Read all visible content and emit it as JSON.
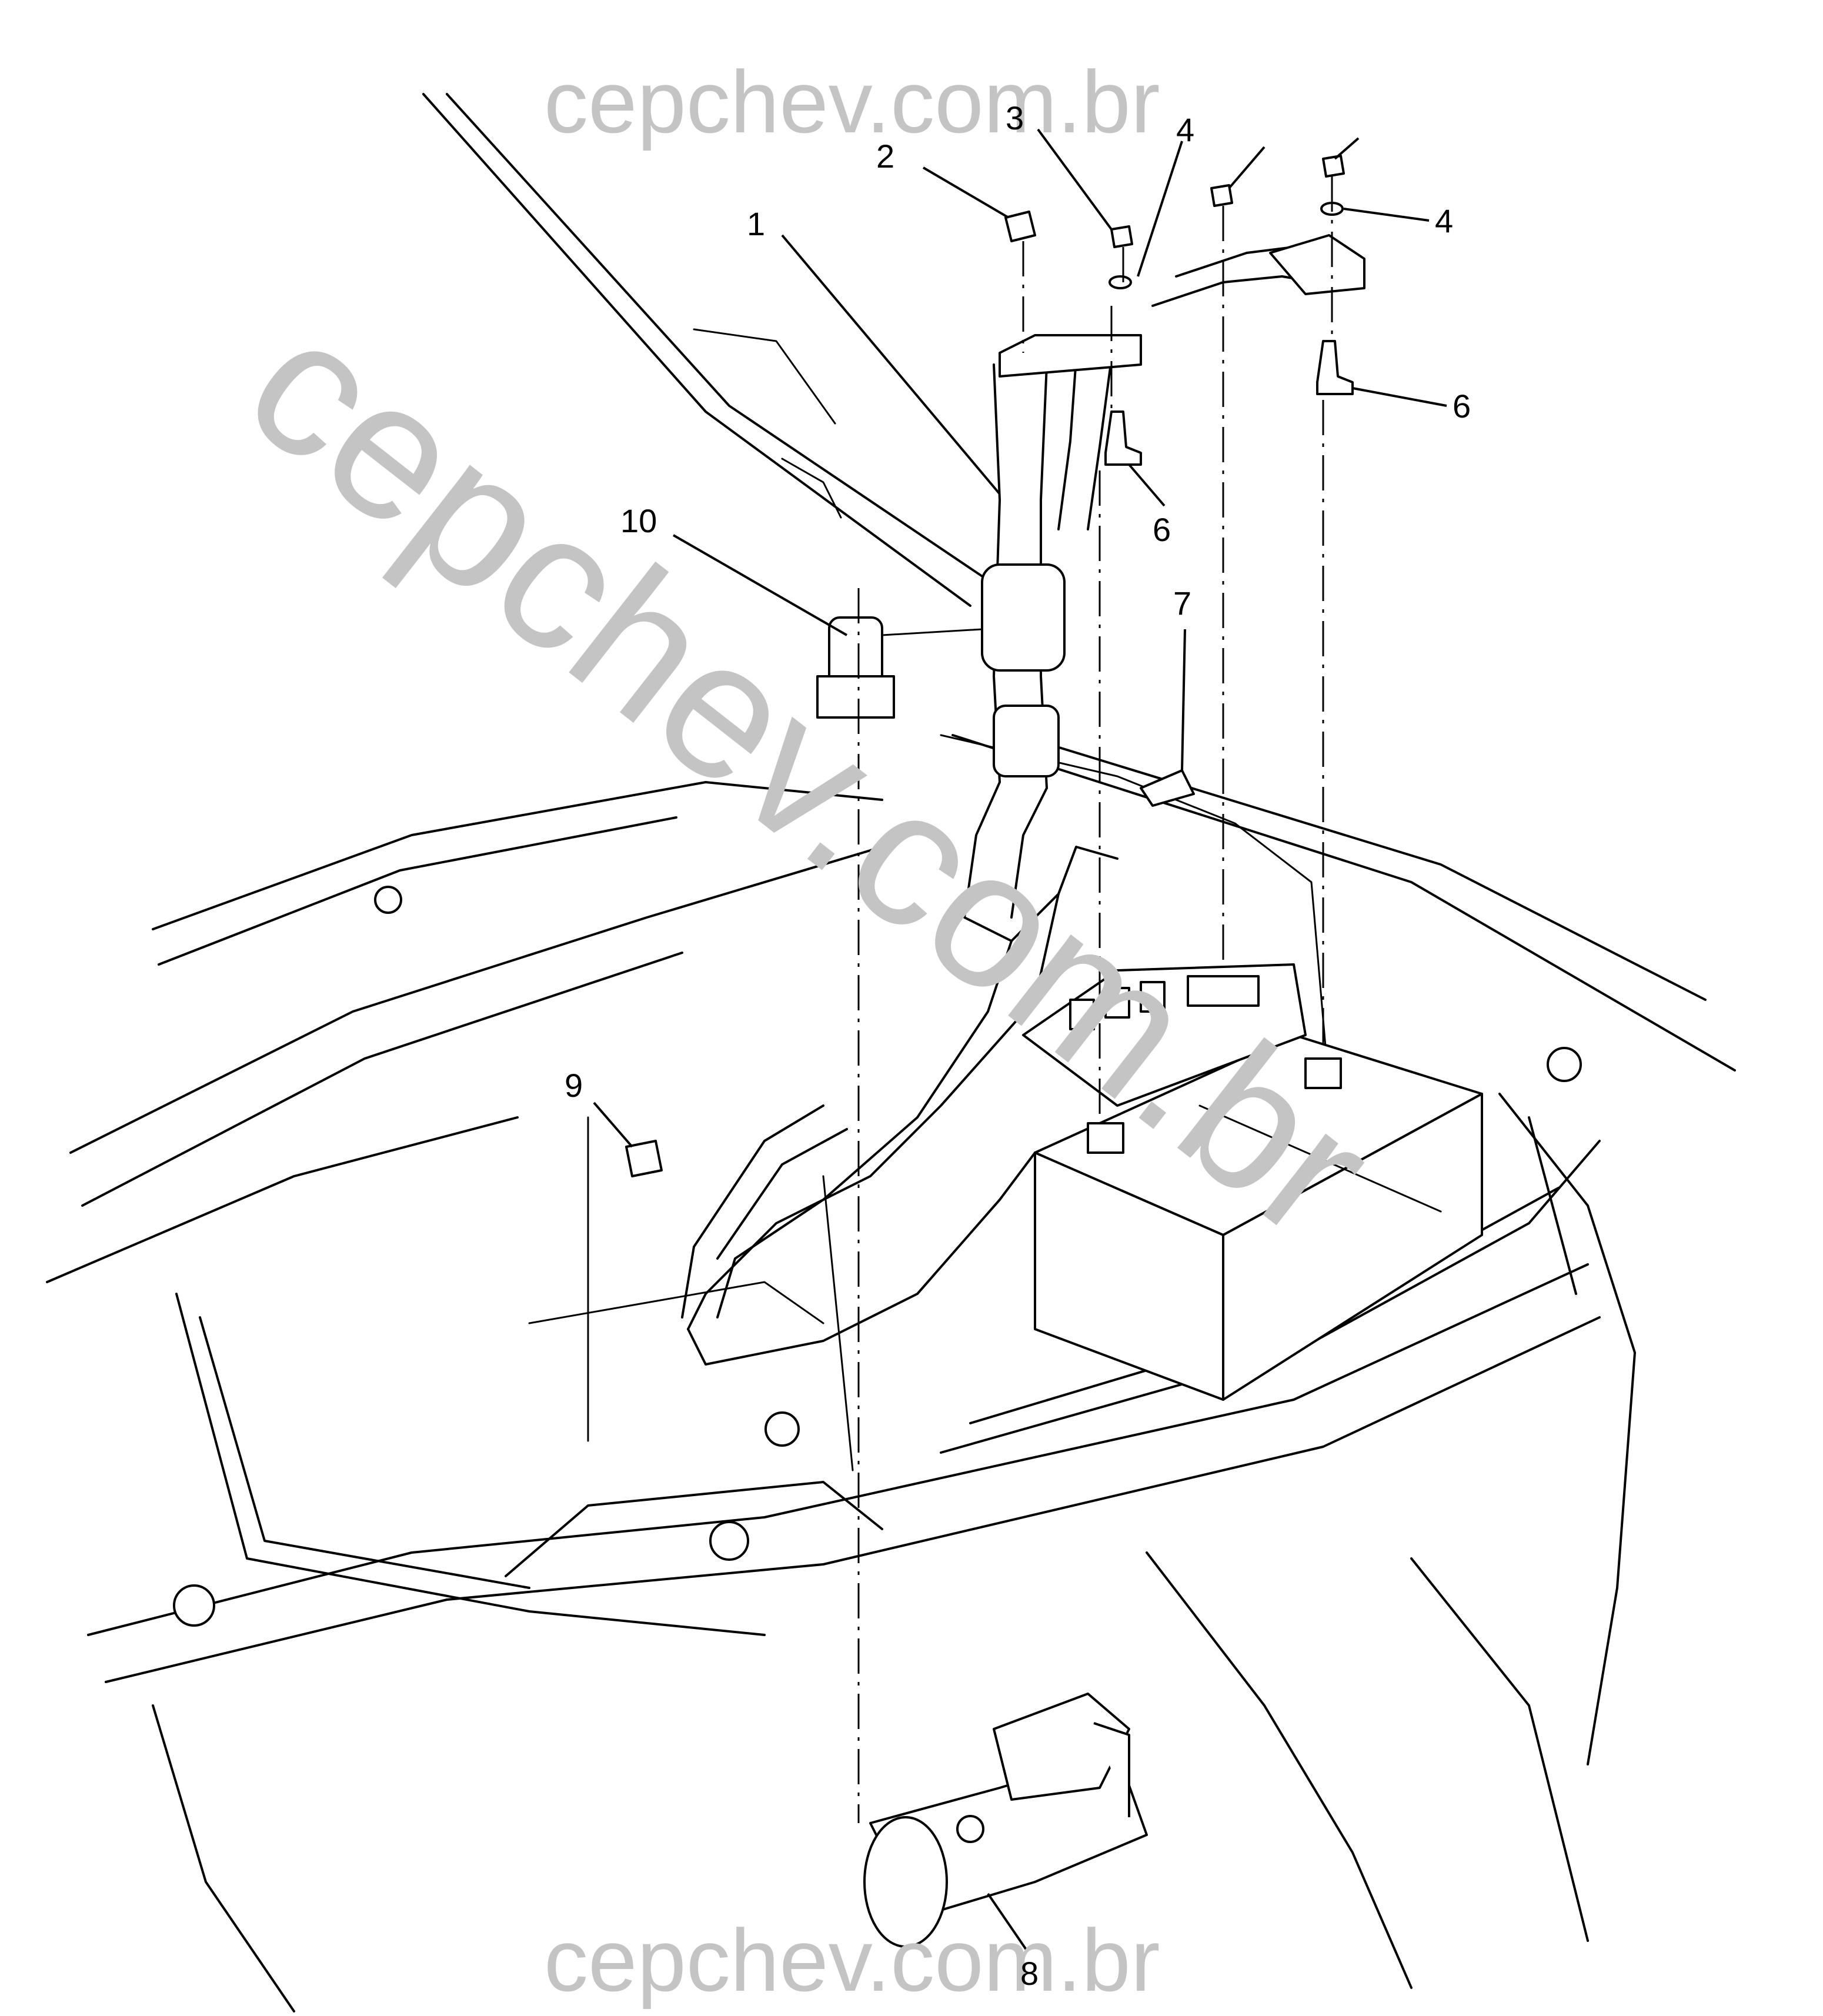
{
  "watermarks": {
    "top": "cepchev.com.br",
    "diagonal": "cepchev.com.br",
    "bottom": "cepchev.com.br"
  },
  "callouts": {
    "c1": "1",
    "c2": "2",
    "c3": "3",
    "c4a": "4",
    "c4b": "4",
    "c6a": "6",
    "c6b": "6",
    "c7": "7",
    "c8": "8",
    "c9": "9",
    "c10": "10"
  }
}
